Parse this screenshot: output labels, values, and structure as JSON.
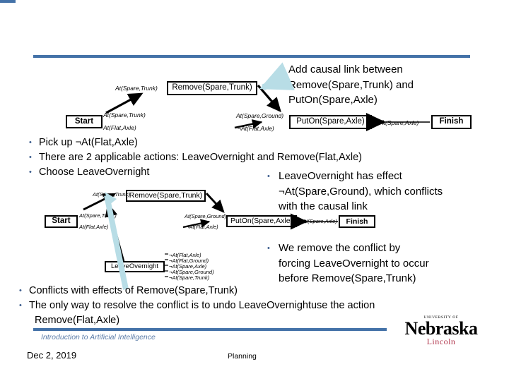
{
  "slide": {
    "footer": {
      "course_title": "Introduction to Artificial Intelligence",
      "date": "Dec 2, 2019",
      "topic": "Planning"
    },
    "logo": {
      "university_line": "UNIVERSITY OF",
      "name": "Nebraska",
      "campus": "Lincoln"
    },
    "accent_color": "#4472a8",
    "highlight_arrow_color": "#b8dde6",
    "callouts": [
      {
        "id": "add-causal-link",
        "lines": [
          "Add causal link between",
          "Remove(Spare,Trunk) and",
          "PutOn(Spare,Axle)"
        ]
      },
      {
        "id": "leaveovernight-effect",
        "bullet": "•",
        "lines": [
          "LeaveOvernight has effect",
          "¬At(Spare,Ground), which conflicts",
          "with the causal link"
        ]
      },
      {
        "id": "remove-conflict",
        "bullet": "•",
        "lines": [
          "We remove the conflict by",
          "forcing LeaveOvernight to occur",
          "before Remove(Spare,Trunk)"
        ]
      }
    ],
    "bullets_mid": [
      {
        "bullet": "•",
        "text": "Pick up ¬At(Flat,Axle)"
      },
      {
        "bullet": "•",
        "text": "There are 2 applicable actions: LeaveOvernight and Remove(Flat,Axle)"
      },
      {
        "bullet": "•",
        "text": "Choose LeaveOvernight"
      }
    ],
    "bullets_bottom": [
      {
        "bullet": "•",
        "text": "Conflicts with effects of Remove(Spare,Trunk)"
      },
      {
        "bullet": "•",
        "text": "The only way to resolve the conflict is to undo LeaveOvernightuse the action"
      },
      {
        "bullet": "",
        "text": "Remove(Flat,Axle)"
      }
    ],
    "diagram_top": {
      "nodes": [
        {
          "id": "start",
          "label": "Start"
        },
        {
          "id": "remove-spare-trunk",
          "label": "Remove(Spare,Trunk)"
        },
        {
          "id": "puton-spare-axle",
          "label": "PutOn(Spare,Axle)"
        },
        {
          "id": "finish",
          "label": "Finish"
        }
      ],
      "edge_labels": [
        {
          "id": "at-spare-trunk-pre",
          "text": "At(Spare,Trunk)"
        },
        {
          "id": "at-spare-trunk-start",
          "text": "At(Spare,Trunk)"
        },
        {
          "id": "at-flat-axle-start",
          "text": "At(Flat,Axle)"
        },
        {
          "id": "at-spare-ground-pre",
          "text": "At(Spare,Ground)"
        },
        {
          "id": "not-at-flat-axle-pre",
          "text": "¬At(Flat,Axle)"
        },
        {
          "id": "at-spare-axle-finish",
          "text": "At(Spare,Axle)"
        }
      ]
    },
    "diagram_bottom": {
      "nodes": [
        {
          "id": "start",
          "label": "Start"
        },
        {
          "id": "remove-spare-trunk",
          "label": "Remove(Spare,Trunk)"
        },
        {
          "id": "puton-spare-axle",
          "label": "PutOn(Spare,Axle)"
        },
        {
          "id": "finish",
          "label": "Finish"
        },
        {
          "id": "leaveovernight",
          "label": "LeaveOvernight"
        }
      ],
      "edge_labels": [
        {
          "id": "at-spare-trunk-pre",
          "text": "At(Spare,Trunk)"
        },
        {
          "id": "at-spare-trunk-start",
          "text": "At(Spare,Trunk)"
        },
        {
          "id": "at-flat-axle-start",
          "text": "At(Flat,Axle)"
        },
        {
          "id": "at-spare-ground-pre",
          "text": "At(Spare,Ground)"
        },
        {
          "id": "not-at-flat-axle-pre",
          "text": "¬At(Flat,Axle)"
        },
        {
          "id": "at-spare-axle-finish",
          "text": "At(Spare,Axle)"
        }
      ],
      "leaveovernight_effects": [
        "¬At(Flat,Axle)",
        "¬At(Flat,Ground)",
        "¬At(Spare,Axle)",
        "¬At(Spare,Ground)",
        "¬At(Spare,Trunk)"
      ]
    }
  }
}
